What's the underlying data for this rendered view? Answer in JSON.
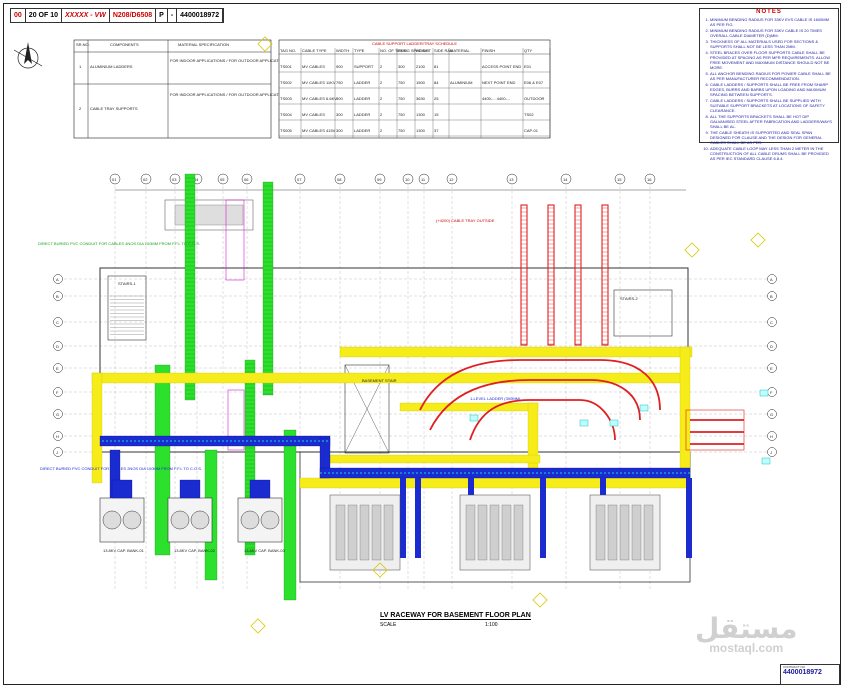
{
  "header": {
    "rev_items": [
      "00",
      "20 OF 10",
      "XXXXX - VW",
      "N208/D6508",
      "P",
      "-",
      "4400018972"
    ]
  },
  "equipment_table": {
    "headers": [
      "SR.NO.",
      "COMPONENTS",
      "MATERIAL SPECIFICATION"
    ],
    "rows": [
      {
        "no": "1",
        "component": "ALUMINIUM LADDERS",
        "spec": "FOR INDOOR APPLICATIONS / FOR OUTDOOR APPLICATIONS"
      },
      {
        "no": "2",
        "component": "CABLE TRAY SUPPORTS",
        "spec": "FOR INDOOR APPLICATIONS / FOR OUTDOOR APPLICATIONS"
      }
    ]
  },
  "cable_table": {
    "title": "CABLE SUPPORT LADDER/TRAY SCHEDULE",
    "headers": [
      "TAG NO.",
      "CABLE TYPE",
      "WIDTH",
      "TYPE",
      "NO. OF TIERS",
      "RUNG SPACING",
      "HEIGHT",
      "SIDE RAIL",
      "MATERIAL",
      "FINISH",
      "QTY"
    ],
    "rows": [
      [
        "TS001",
        "MV CABLES",
        "900",
        "SUPPORT",
        "2",
        "300",
        "2100",
        "81",
        "",
        "ACCESS POINT END",
        "E01"
      ],
      [
        "TS002",
        "MV CABLES 11KV",
        "750",
        "LADDER",
        "2",
        "750",
        "1500",
        "84",
        "ALUMINIUM",
        "NEXT POINT END",
        "E06 & E07"
      ],
      [
        "TS003",
        "MV CABLES 6.6KV",
        "300",
        "LADDER",
        "2",
        "750",
        "3630",
        "25",
        "",
        "4400-... 4400-...",
        "OUTDOOR"
      ],
      [
        "TS004",
        "MV CABLES",
        "300",
        "LADDER",
        "2",
        "750",
        "1300",
        "15",
        "",
        "",
        "TS02"
      ],
      [
        "TS005",
        "MV CABLES 415V",
        "300",
        "LADDER",
        "2",
        "750",
        "1300",
        "37",
        "",
        "",
        "CAP-01"
      ]
    ]
  },
  "notes": {
    "title": "NOTES",
    "items": [
      "MINIMUM BENDING RADIUS FOR 33KV EVS CABLE IS 1600MM AS PER FIG.",
      "MINIMUM BENDING RADIUS FOR 33KV CABLE IS 20 TIMES OVERALL CABLE DIAMETER (D)MM.",
      "THICKNESS OF ALL MATERIALS USED FOR SECTIONS & SUPPORTS SHALL NOT BE LESS THAN 2MM.",
      "STEEL BRACES OVER FLOOR SUPPORTS CABLE SHALL BE PROVIDED AT SPACING AS PER MFR REQUIREMENTS. ALLOW FREE MOVEMENT AND MAXIMUM DISTANCE SHOULD NOT BE MORE.",
      "ALL ANCHOR BENDING RADIUS FOR POWER CABLE SHALL BE AS PER MANUFACTURER RECOMMENDATION.",
      "CABLE LADDERS / SUPPORTS SHALL BE FREE FROM SHARP EDGES, BURRS AND BARBS UPON LOADING AND MAXIMUM SPACING BETWEEN SUPPORTS.",
      "CABLE LADDERS / SUPPORTS SHALL BE SUPPLIED WITH SUITABLE SUPPORT BRACKETS AT LOCATIONS OF SAFETY CLEARANCE.",
      "ALL THE SUPPORTS BRACKETS SHALL BE HOT DIP GALVANISED STEEL AFTER FABRICATION AND LADDERS/WAYS SHALL BE AL.",
      "THE CABLE SHEATH IS SUPPORTED AND SEAL SPAN DESIGNED FOR CLAUSE AND THE DESIGN FOR GENERAL CABLES SHALL BE AS PER.",
      "ADEQUATE CABLE LOOP MAY LESS THAN 2 METER IN THE CONSTRUCTION OF ALL CABLE DRUMS SHALL BE PROVIDED AS PER IEC STANDARD CLAUSE 6.8.4."
    ]
  },
  "grid": {
    "columns": [
      "01",
      "02",
      "03",
      "04",
      "05",
      "06",
      "07",
      "08",
      "09",
      "10",
      "11",
      "12",
      "13",
      "14",
      "15",
      "16"
    ],
    "rows": [
      "A",
      "B",
      "C",
      "D",
      "E",
      "F",
      "G",
      "H",
      "J"
    ]
  },
  "rooms": {
    "stair_1": "STAIRS-1",
    "stair_2": "STAIRS-2",
    "basement_stair": "BASEMENT STAIR",
    "transformers": [
      "13.8KV CAP. BANK-01",
      "13.8KV CAP. BANK-02",
      "13.8KV CAP. BANK-03"
    ]
  },
  "callouts": [
    "DIRECT BURIED PVC CONDUIT FOR CABLES 4NOS DIA 100MM FROM F.F.L TO C.O.S.",
    "DIRECT BURIED PVC CONDUIT FOR CABLES 2NOS DIA 100MM FROM F.F.L TO C.O.S.",
    "1-LEVEL LADDER (300MM)",
    "(+4200) CABLE TRAY OUTSIDE"
  ],
  "plan": {
    "title": "LV RACEWAY FOR BASEMENT FLOOR PLAN",
    "scale_label": "SCALE",
    "scale_value": "1:100"
  },
  "watermark": {
    "arabic": "مستقل",
    "latin": "mostaql.com"
  },
  "title_block": {
    "label": "CONTRACT NO.",
    "number": "4400018972"
  },
  "colors": {
    "yellow": "#f6ec1a",
    "green": "#2ee02e",
    "blue": "#1a2cd0",
    "red": "#e02020",
    "cyan": "#16d3d3",
    "magenta": "#d020d0"
  }
}
